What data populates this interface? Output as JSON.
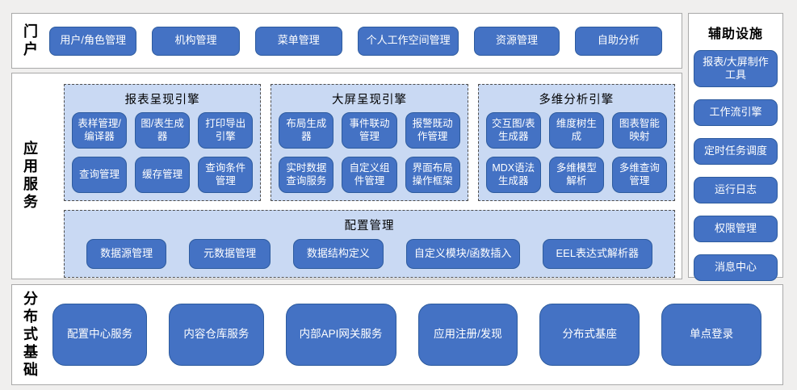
{
  "colors": {
    "page_background": "#f0efee",
    "section_background": "#ffffff",
    "section_border": "#a9a9a9",
    "node_fill": "#4472c4",
    "node_border": "#2d5b9e",
    "node_text": "#ffffff",
    "group_fill": "#c9d9f3",
    "group_dashed_border": "#4d4d4d",
    "label_text": "#000000"
  },
  "portal": {
    "label": "门户",
    "buttons": [
      "用户/角色管理",
      "机构管理",
      "菜单管理",
      "个人工作空间管理",
      "资源管理",
      "自助分析"
    ]
  },
  "app_services": {
    "label": "应用服务",
    "engines": [
      {
        "title": "报表呈现引擎",
        "modules": [
          "表样管理/编译器",
          "图/表生成器",
          "打印导出引擎",
          "查询管理",
          "缓存管理",
          "查询条件管理"
        ]
      },
      {
        "title": "大屏呈现引擎",
        "modules": [
          "布局生成器",
          "事件联动管理",
          "报警既动作管理",
          "实时数据查询服务",
          "自定义组件管理",
          "界面布局操作框架"
        ]
      },
      {
        "title": "多维分析引擎",
        "modules": [
          "交互图/表生成器",
          "维度树生成",
          "图表智能映射",
          "MDX语法生成器",
          "多维模型解析",
          "多维查询管理"
        ]
      }
    ],
    "config": {
      "title": "配置管理",
      "modules": [
        "数据源管理",
        "元数据管理",
        "数据结构定义",
        "自定义模块/函数插入",
        "EEL表达式解析器"
      ]
    }
  },
  "distributed": {
    "label": "分布式基础",
    "buttons": [
      "配置中心服务",
      "内容仓库服务",
      "内部API网关服务",
      "应用注册/发现",
      "分布式基座",
      "单点登录"
    ]
  },
  "auxiliary": {
    "title": "辅助设施",
    "buttons": [
      "报表/大屏制作工具",
      "工作流引擎",
      "定时任务调度",
      "运行日志",
      "权限管理",
      "消息中心"
    ]
  }
}
